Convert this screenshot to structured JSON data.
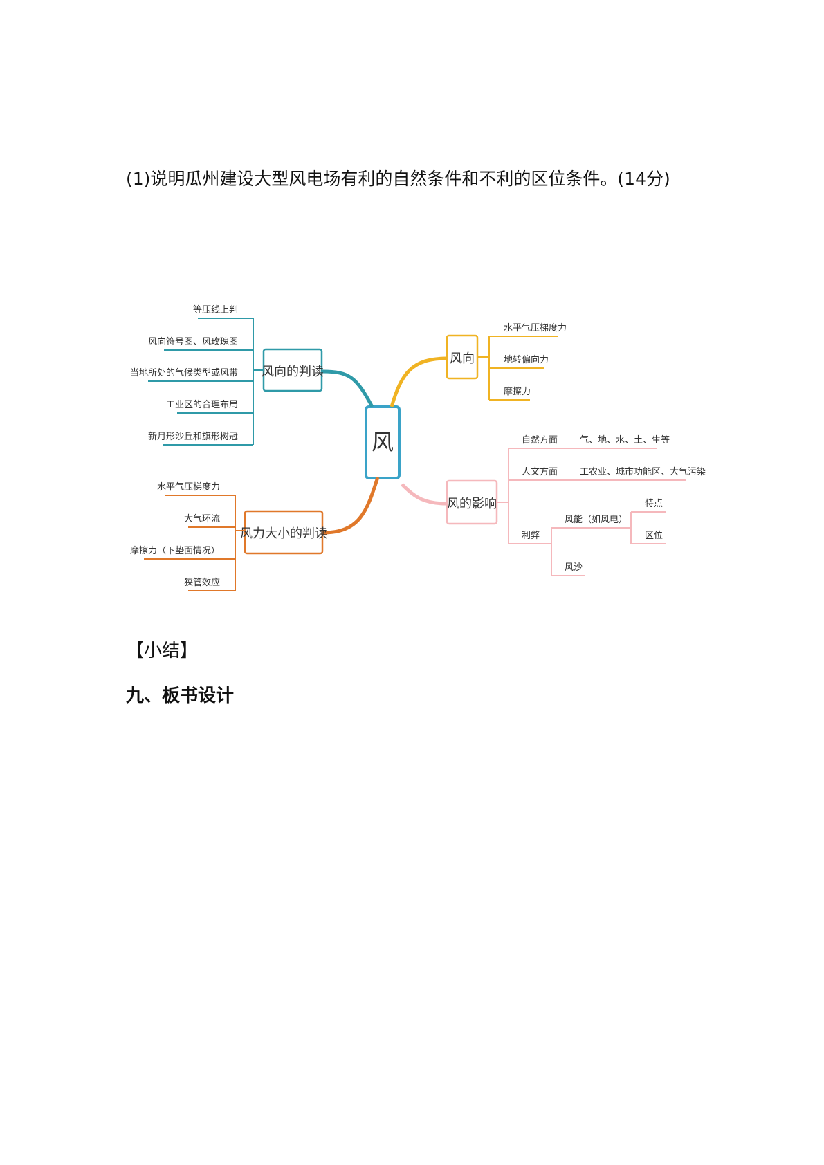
{
  "question": {
    "text": "(1)说明瓜州建设大型风电场有利的自然条件和不利的区位条件。(14分)"
  },
  "mindmap": {
    "center": "风",
    "colors": {
      "center": "#3aa3c8",
      "teal": "#2f9aa8",
      "orange": "#e0782a",
      "yellow": "#f0b323",
      "pink": "#f5b8bc"
    },
    "direction_judge": {
      "label": "风向的判读",
      "items": [
        "等压线上判",
        "风向符号图、风玫瑰图",
        "当地所处的气候类型或风带",
        "工业区的合理布局",
        "新月形沙丘和旗形树冠"
      ]
    },
    "strength_judge": {
      "label": "风力大小的判读",
      "items": [
        "水平气压梯度力",
        "大气环流",
        "摩擦力（下垫面情况）",
        "狭管效应"
      ]
    },
    "wind_direction": {
      "label": "风向",
      "items": [
        "水平气压梯度力",
        "地转偏向力",
        "摩擦力"
      ]
    },
    "influence": {
      "label": "风的影响",
      "natural": {
        "label": "自然方面",
        "detail": "气、地、水、土、生等"
      },
      "human": {
        "label": "人文方面",
        "detail": "工农业、城市功能区、大气污染"
      },
      "pros_cons": {
        "label": "利弊",
        "energy": {
          "label": "风能（如风电）",
          "items": [
            "特点",
            "区位"
          ]
        },
        "sand": "风沙"
      }
    }
  },
  "summary": {
    "text": "【小结】"
  },
  "section": {
    "text": "九、板书设计"
  }
}
